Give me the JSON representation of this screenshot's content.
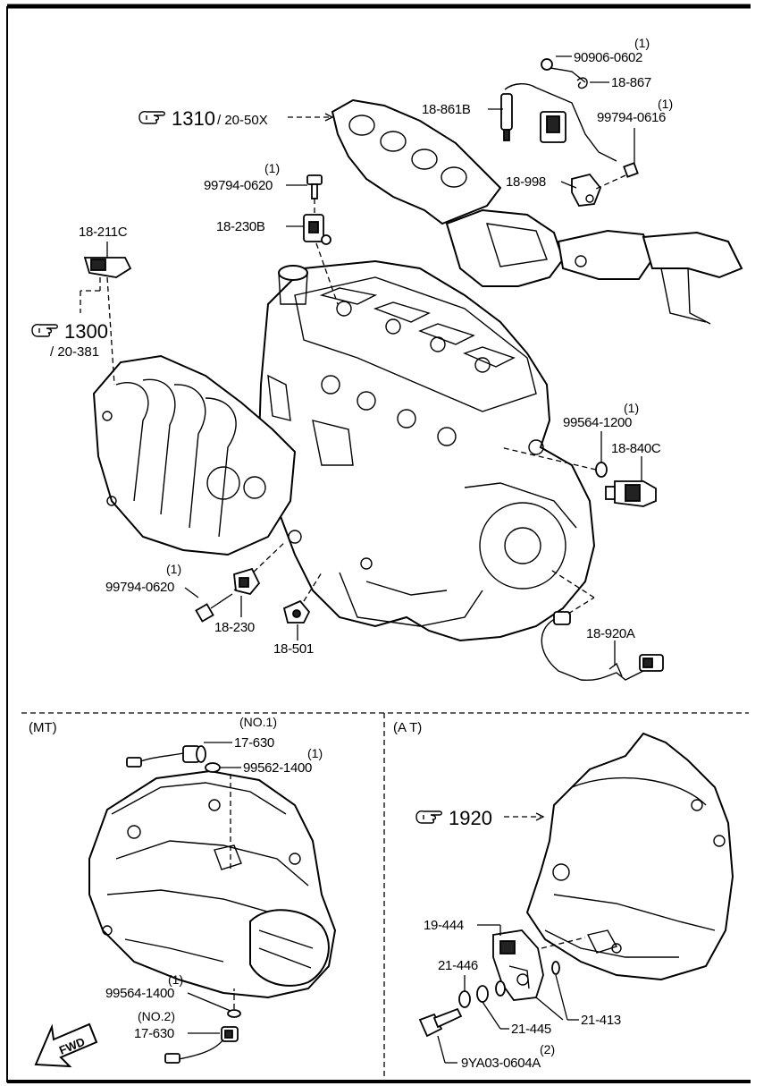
{
  "sections": {
    "mt": "(MT)",
    "at": "(A T)"
  },
  "refs": {
    "r1310": {
      "num": "1310",
      "sub": "/ 20-50X"
    },
    "r1300": {
      "num": "1300",
      "sub": "/ 20-381"
    },
    "r1920": {
      "num": "1920",
      "sub": ""
    }
  },
  "parts": {
    "p90906_0602": {
      "code": "90906-0602",
      "qty": "(1)"
    },
    "p18_867": {
      "code": "18-867"
    },
    "p18_861B": {
      "code": "18-861B"
    },
    "p99794_0616": {
      "code": "99794-0616",
      "qty": "(1)"
    },
    "p18_998": {
      "code": "18-998"
    },
    "p99794_0620a": {
      "code": "99794-0620",
      "qty": "(1)"
    },
    "p18_230B": {
      "code": "18-230B"
    },
    "p18_211C": {
      "code": "18-211C"
    },
    "p99564_1200": {
      "code": "99564-1200",
      "qty": "(1)"
    },
    "p18_840C": {
      "code": "18-840C"
    },
    "p99794_0620b": {
      "code": "99794-0620",
      "qty": "(1)"
    },
    "p18_230": {
      "code": "18-230"
    },
    "p18_501": {
      "code": "18-501"
    },
    "p18_920A": {
      "code": "18-920A"
    },
    "p17_630a": {
      "code": "17-630",
      "qty": "(NO.1)"
    },
    "p99562_1400": {
      "code": "99562-1400",
      "qty": "(1)"
    },
    "p99564_1400": {
      "code": "99564-1400",
      "qty": "(1)"
    },
    "p17_630b": {
      "code": "17-630",
      "qty": "(NO.2)"
    },
    "p19_444": {
      "code": "19-444"
    },
    "p21_446": {
      "code": "21-446"
    },
    "p21_413": {
      "code": "21-413"
    },
    "p21_445": {
      "code": "21-445"
    },
    "p9YA03": {
      "code": "9YA03-0604A",
      "qty": "(2)"
    }
  },
  "fwd": "FWD",
  "icons": {
    "ref": "pointing-hand-icon",
    "fwd": "forward-arrow-icon"
  },
  "colors": {
    "line": "#000000",
    "background": "#ffffff"
  }
}
